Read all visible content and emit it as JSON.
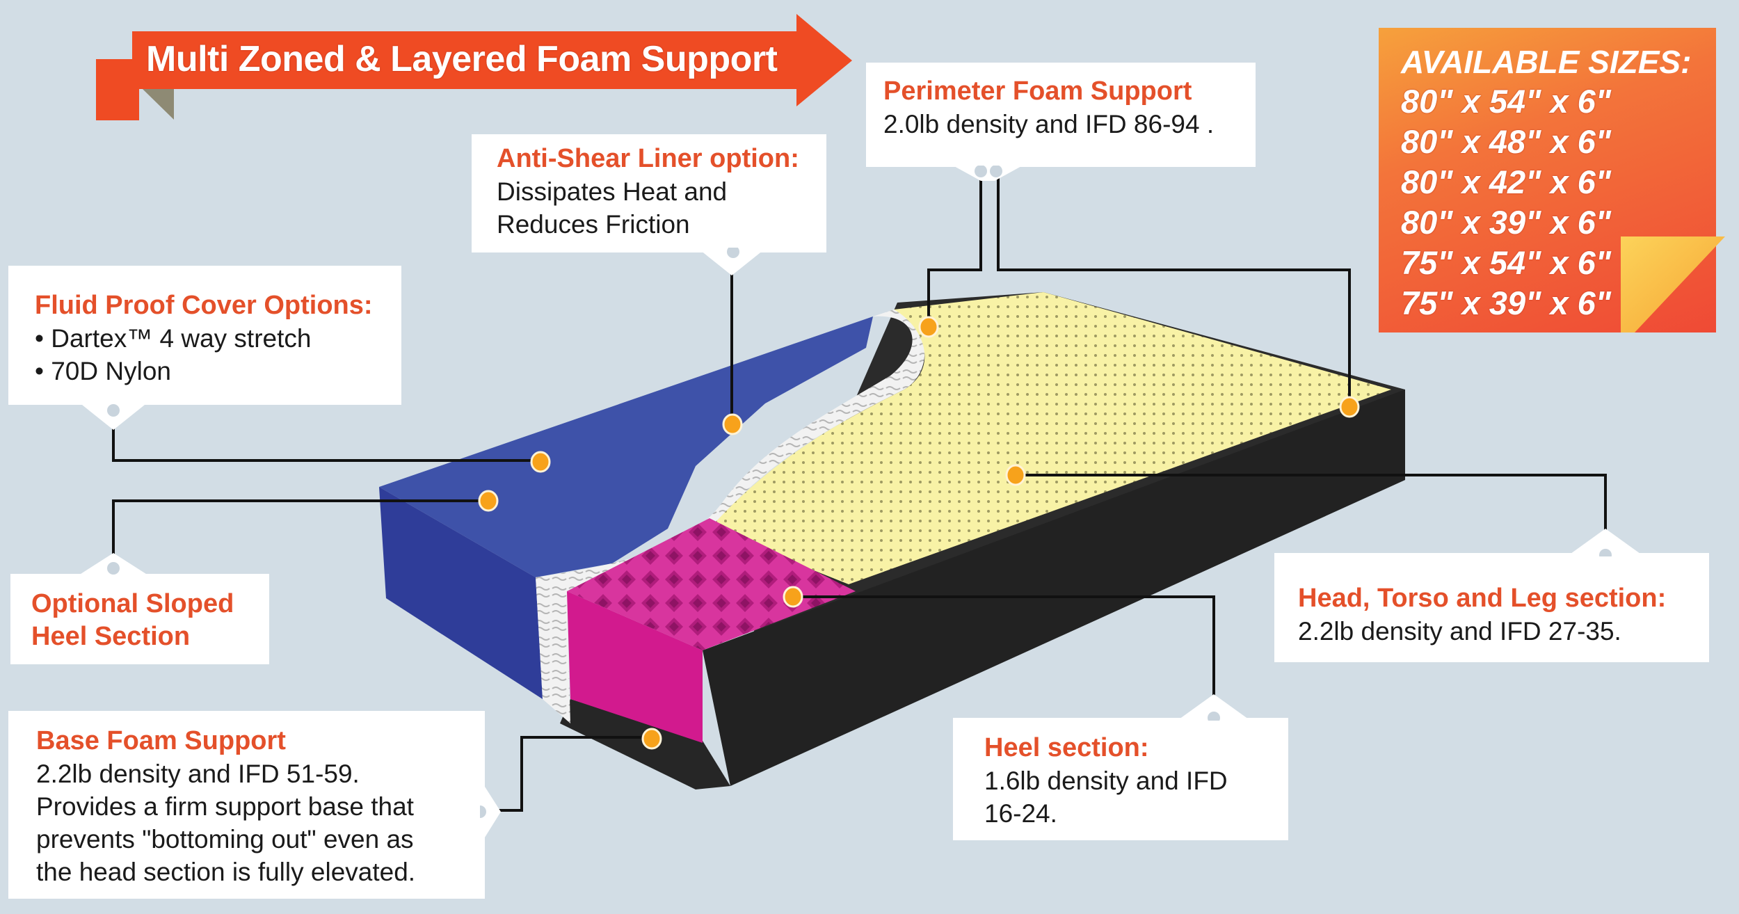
{
  "banner": {
    "title": "Multi Zoned & Layered Foam Support",
    "color": "#ef4b23"
  },
  "sizes": {
    "heading": "AVAILABLE SIZES:",
    "items": [
      "80\" x 54\" x 6\"",
      "80\" x 48\" x 6\"",
      "80\" x 42\" x 6\"",
      "80\" x 39\" x 6\"",
      "75\" x 54\" x 6\"",
      "75\" x 39\" x 6\""
    ]
  },
  "callouts": {
    "perimeter": {
      "title": "Perimeter Foam Support",
      "body": "2.0lb density and IFD 86-94 ."
    },
    "anti_shear": {
      "title": "Anti-Shear Liner option:",
      "lines": [
        "Dissipates Heat and",
        "Reduces Friction"
      ]
    },
    "fluid_proof": {
      "title": "Fluid Proof Cover Options:",
      "bullets": [
        "Dartex™ 4 way stretch",
        "70D Nylon"
      ]
    },
    "sloped_heel": {
      "lines": [
        "Optional Sloped",
        "Heel Section"
      ]
    },
    "base_foam": {
      "title": "Base Foam Support",
      "lines": [
        "2.2lb density and IFD 51-59.",
        "Provides a firm support base that",
        "prevents \"bottoming out\" even as",
        "the head section is fully elevated."
      ]
    },
    "heel": {
      "title": "Heel section:",
      "lines": [
        "1.6lb density and IFD",
        "16-24."
      ]
    },
    "head_torso_leg": {
      "title": "Head, Torso and Leg section:",
      "body": "2.2lb density and IFD 27-35."
    }
  },
  "colors": {
    "accent": "#e4502a",
    "background": "#d2dde5",
    "cover_blue": "#3d51a8",
    "top_foam_yellow": "#f8f2a6",
    "heel_magenta": "#d21a8e",
    "perimeter_black": "#222222",
    "marker_orange": "#f7a21b"
  }
}
